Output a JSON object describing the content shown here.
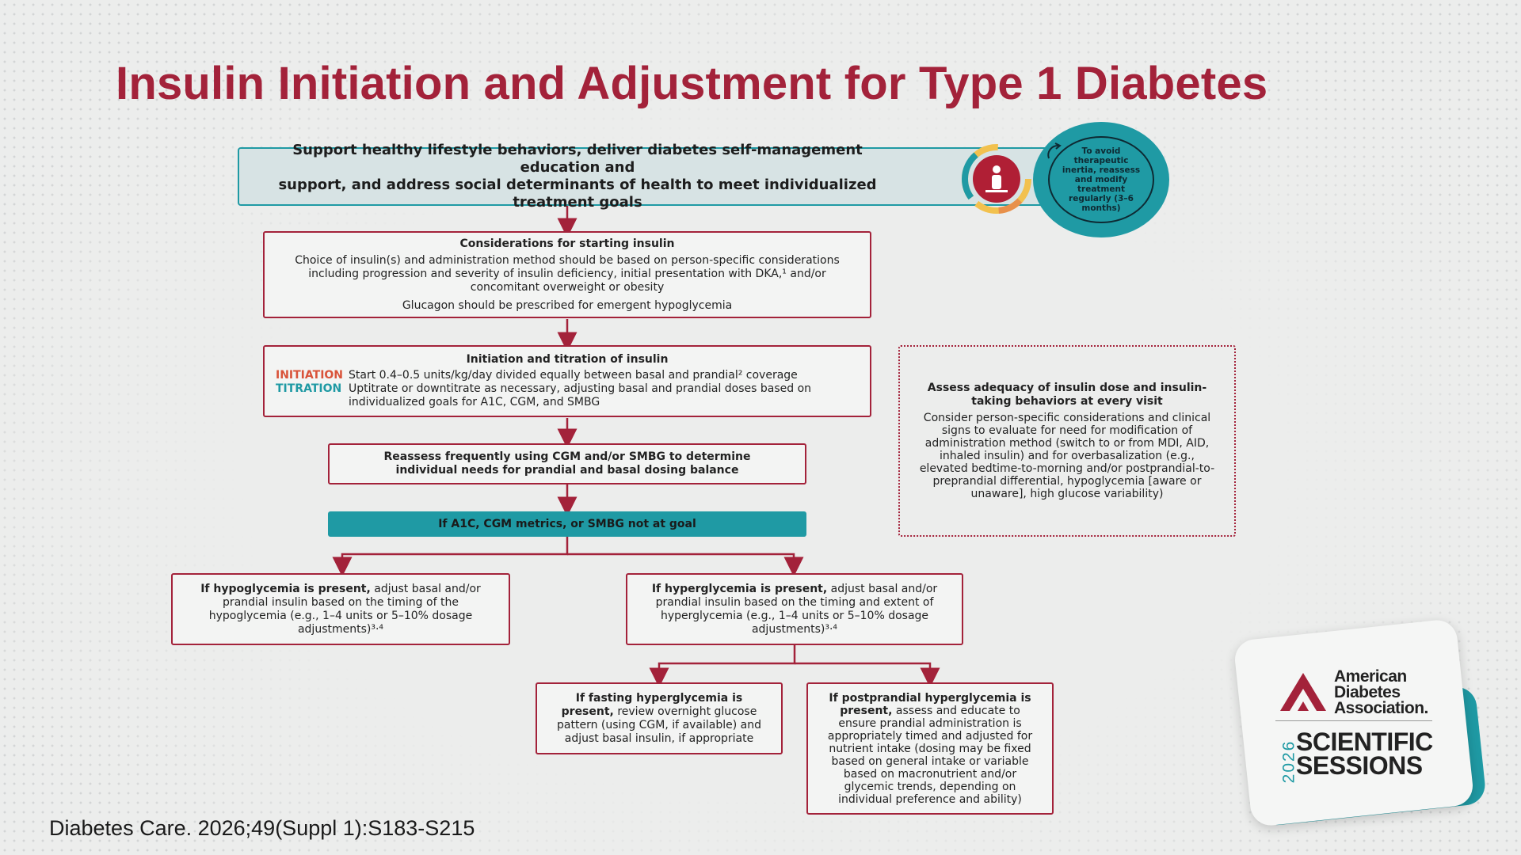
{
  "title": "Insulin Initiation and Adjustment for Type 1 Diabetes",
  "lifestyle_box": {
    "line1": "Support healthy lifestyle behaviors, deliver diabetes self-management education and",
    "line2": "support, and address social determinants of health to meet individualized treatment goals"
  },
  "inertia_circle": "To avoid therapeutic inertia, reassess and modify treatment regularly (3–6 months)",
  "considerations": {
    "heading": "Considerations for starting insulin",
    "body": "Choice of insulin(s) and administration method should be based on person-specific considerations including progression and severity of insulin deficiency, initial presentation with DKA,¹ and/or concomitant overweight or obesity",
    "glucagon": "Glucagon should be prescribed for emergent hypoglycemia"
  },
  "initiation": {
    "heading": "Initiation and titration of insulin",
    "init_label": "INITIATION",
    "init_text": "Start 0.4–0.5 units/kg/day divided equally between basal and prandial² coverage",
    "tit_label": "TITRATION",
    "tit_text": "Uptitrate or downtitrate as necessary, adjusting basal and prandial doses based on individualized goals for A1C, CGM, and SMBG"
  },
  "reassess": "Reassess frequently using CGM and/or SMBG to determine individual needs for prandial and basal dosing balance",
  "not_at_goal": "If A1C, CGM metrics, or SMBG not at goal",
  "hypo": {
    "bold": "If hypoglycemia is present,",
    "text": " adjust basal and/or prandial insulin based on the timing of the hypoglycemia (e.g., 1–4 units or 5–10% dosage adjustments)³·⁴"
  },
  "hyper": {
    "bold": "If hyperglycemia is present,",
    "text": " adjust basal and/or prandial insulin based on the timing and extent of hyperglycemia (e.g., 1–4 units or 5–10% dosage adjustments)³·⁴"
  },
  "fasting": {
    "bold": "If fasting hyperglycemia is present,",
    "text": " review overnight glucose pattern (using CGM, if available) and adjust basal insulin, if appropriate"
  },
  "postprandial": {
    "bold": "If postprandial hyperglycemia is present,",
    "text": " assess and educate to ensure prandial administration is appropriately timed and adjusted for nutrient intake (dosing may be fixed based on general intake or variable based on macronutrient and/or glycemic trends, depending on individual preference and ability)"
  },
  "assess_box": {
    "heading": "Assess adequacy of insulin dose and insulin-taking behaviors at every visit",
    "body": "Consider person-specific considerations and clinical signs to evaluate for need for modification of administration method (switch to or from MDI, AID, inhaled insulin) and for overbasalization (e.g., elevated bedtime-to-morning and/or postprandial-to-preprandial differential, hypoglycemia [aware or unaware], high glucose variability)"
  },
  "citation": "Diabetes Care. 2026;49(Suppl 1):S183-S215",
  "logo": {
    "org_line1": "American",
    "org_line2": "Diabetes",
    "org_line3": "Association.",
    "year": "2026",
    "event_line1": "SCIENTIFIC",
    "event_line2": "SESSIONS"
  },
  "colors": {
    "title_red": "#a3223a",
    "teal": "#1f9aa4",
    "initiation_orange": "#d9533a"
  }
}
